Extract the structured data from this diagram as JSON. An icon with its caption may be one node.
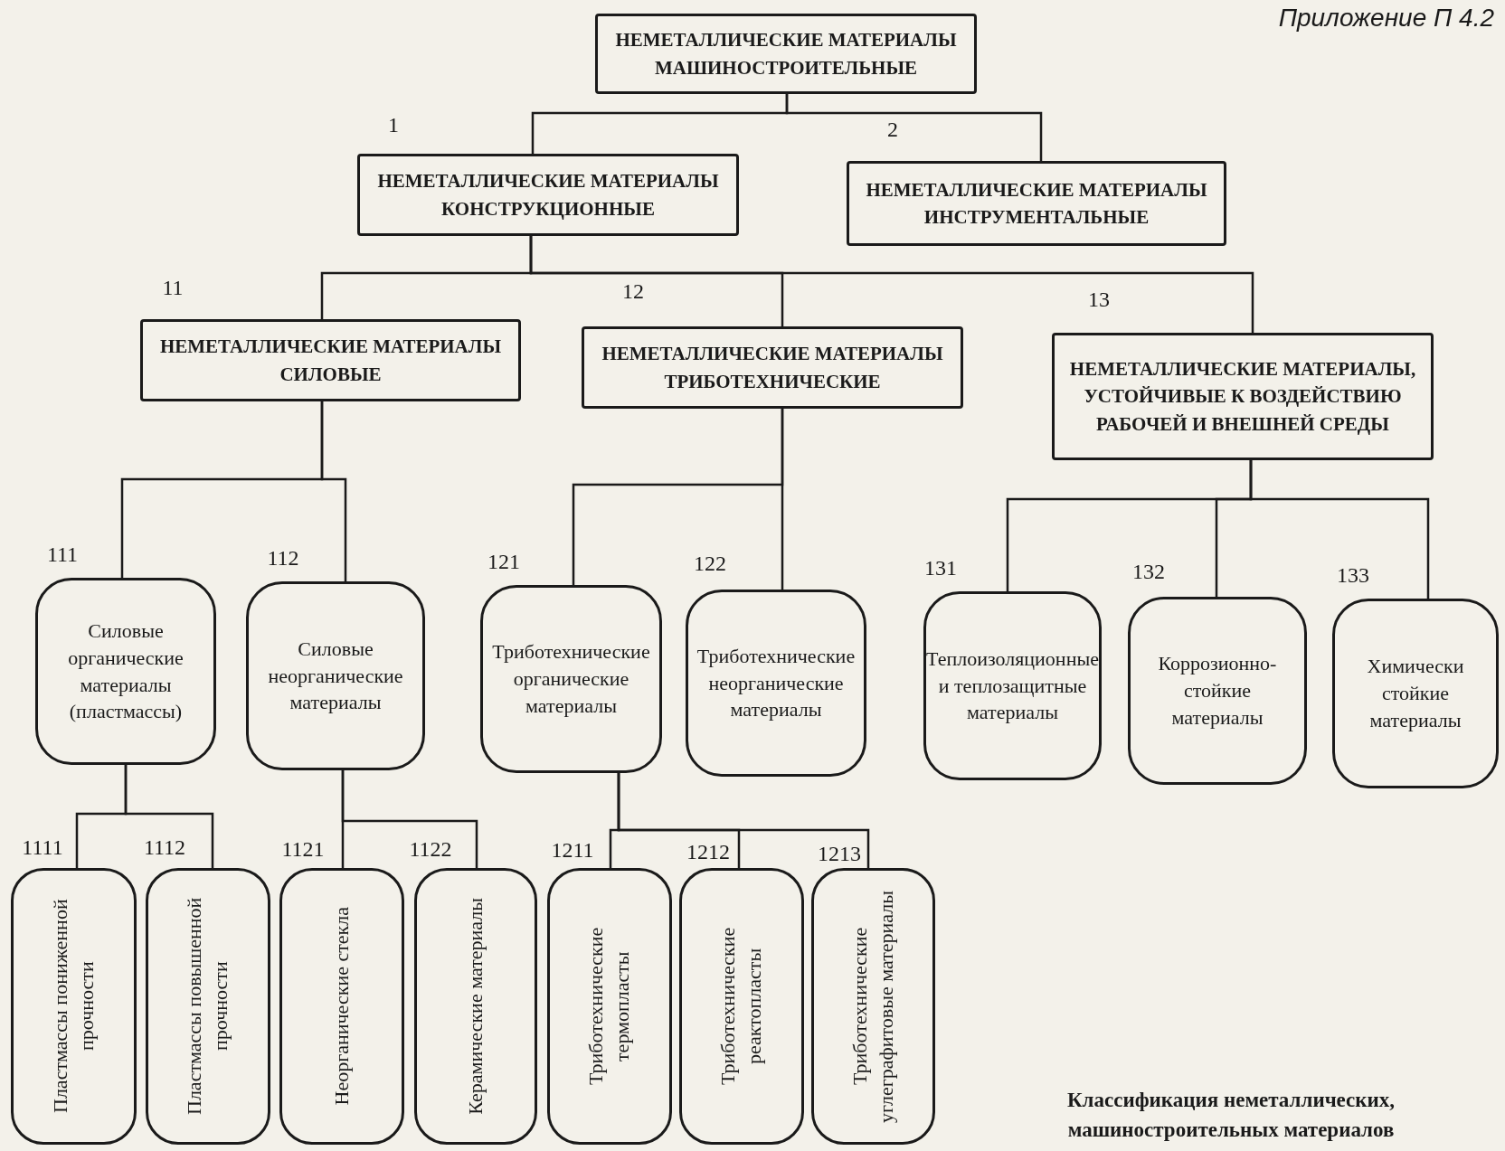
{
  "diagram": {
    "caption": "Классификация неметаллических, машиностроительных материалов",
    "nodes": [
      {
        "text": [
          "НЕМЕТАЛЛИЧЕСКИЕ МАТЕРИАЛЫ МАШИНОСТРОИТЕЛЬНЫЕ"
        ]
      },
      {
        "text": [
          "НЕМЕТАЛЛИЧЕСКИЕ МАТЕРИАЛЫ КОНСТРУКЦИОННЫЕ"
        ],
        "beside": [
          "1"
        ]
      },
      {
        "text": [
          "НЕМЕТАЛЛИЧЕСКИЕ МАТЕРИАЛЫ ИНСТРУМЕНТАЛЬНЫЕ"
        ],
        "beside": [
          "2"
        ]
      },
      {
        "text": [
          "НЕМЕТАЛЛИЧЕСКИЕ МАТЕРИАЛЫ СИЛОВЫЕ"
        ],
        "beside": [
          "11"
        ]
      },
      {
        "text": [
          "НЕМЕТАЛЛИЧЕСКИЕ МАТЕРИАЛЫ ТРИБОТЕХНИЧЕСКИЕ"
        ],
        "beside": [
          "12"
        ]
      },
      {
        "text": [
          "НЕМЕТАЛЛИЧЕСКИЕ МАТЕРИАЛЫ, УСТОЙЧИВЫЕ К ВОЗДЕЙСТВИЮ РАБОЧЕЙ И ВНЕШНЕЙ СРЕДЫ"
        ],
        "beside": [
          "13"
        ]
      },
      {
        "text": [
          "Силовые органические материалы (пластмассы)"
        ],
        "beside": [
          "111"
        ]
      },
      {
        "text": [
          "Силовые неорганические материалы"
        ],
        "beside": [
          "112"
        ]
      },
      {
        "text": [
          "Триботехнические органические материалы"
        ],
        "beside": [
          "121"
        ]
      },
      {
        "text": [
          "Триботехнические неорганические материалы"
        ],
        "beside": [
          "122"
        ]
      },
      {
        "text": [
          "Теплоизоляционные и теплозащитные материалы"
        ],
        "beside": [
          "131"
        ]
      },
      {
        "text": [
          "Коррозионно-стойкие материалы"
        ],
        "beside": [
          "132"
        ]
      },
      {
        "text": [
          "Химически стойкие материалы"
        ],
        "beside": [
          "133"
        ]
      },
      {
        "text": [
          "Пластмассы пониженной прочности"
        ],
        "beside": [
          "1111"
        ]
      },
      {
        "text": [
          "Пластмассы повышенной прочности"
        ],
        "beside": [
          "1112"
        ]
      },
      {
        "text": [
          "Неорганические стекла"
        ],
        "beside": [
          "1121"
        ]
      },
      {
        "text": [
          "Керамические материалы"
        ],
        "beside": [
          "1122"
        ]
      },
      {
        "text": [
          "Триботехнические термопласты"
        ],
        "beside": [
          "1211"
        ]
      },
      {
        "text": [
          "Триботехнические реактопласты"
        ],
        "beside": [
          "1212"
        ]
      },
      {
        "text": [
          "Триботехнические углеграфитовые материалы"
        ],
        "beside": [
          "1213"
        ]
      }
    ],
    "edges": [
      {
        "from": 0,
        "to": 1,
        "arrow": "none"
      },
      {
        "from": 0,
        "to": 2,
        "arrow": "none"
      },
      {
        "from": 1,
        "to": 3,
        "arrow": "none"
      },
      {
        "from": 1,
        "to": 4,
        "arrow": "none"
      },
      {
        "from": 1,
        "to": 5,
        "arrow": "none"
      },
      {
        "from": 3,
        "to": 6,
        "arrow": "none"
      },
      {
        "from": 3,
        "to": 7,
        "arrow": "none"
      },
      {
        "from": 4,
        "to": 8,
        "arrow": "none"
      },
      {
        "from": 4,
        "to": 9,
        "arrow": "none"
      },
      {
        "from": 5,
        "to": 10,
        "arrow": "none"
      },
      {
        "from": 5,
        "to": 11,
        "arrow": "none"
      },
      {
        "from": 5,
        "to": 12,
        "arrow": "none"
      },
      {
        "from": 6,
        "to": 13,
        "arrow": "none"
      },
      {
        "from": 6,
        "to": 14,
        "arrow": "none"
      },
      {
        "from": 7,
        "to": 15,
        "arrow": "none"
      },
      {
        "from": 7,
        "to": 16,
        "arrow": "none"
      },
      {
        "from": 8,
        "to": 17,
        "arrow": "none"
      },
      {
        "from": 8,
        "to": 18,
        "arrow": "none"
      },
      {
        "from": 8,
        "to": 19,
        "arrow": "none"
      }
    ],
    "labels": [
      "Приложение П 4.2"
    ]
  }
}
